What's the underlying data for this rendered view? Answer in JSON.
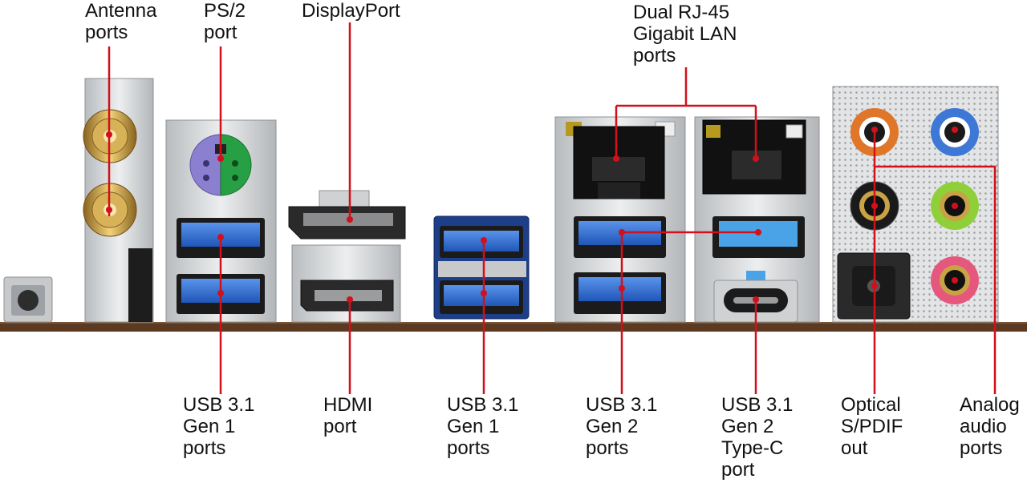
{
  "labels": {
    "antenna": "Antenna\nports",
    "ps2": "PS/2\nport",
    "displayport": "DisplayPort",
    "dual_lan": "Dual RJ-45\nGigabit LAN\nports",
    "usb_gen1_left": "USB 3.1\nGen 1\nports",
    "hdmi": "HDMI\nport",
    "usb_gen1_mid": "USB 3.1\nGen 1\nports",
    "usb_gen2": "USB 3.1\nGen 2\nports",
    "usb_typec": "USB 3.1\nGen 2\nType-C\nport",
    "optical": "Optical\nS/PDIF\nout",
    "analog_audio": "Analog\naudio\nports"
  },
  "colors": {
    "callout": "#d1101b",
    "usb_blue": "#2f6fd6",
    "usb_typea_light": "#4aa3e6",
    "ps2_purple": "#8b7fd0",
    "ps2_green": "#27a045",
    "pcb": "#5b3a21",
    "metal": "#d4d6d8",
    "audio_orange": "#e0762a",
    "audio_blue": "#3d78d6",
    "audio_black": "#1a1a1a",
    "audio_green": "#8fcf3a",
    "audio_pink": "#e5577c",
    "gold": "#c9a246"
  }
}
